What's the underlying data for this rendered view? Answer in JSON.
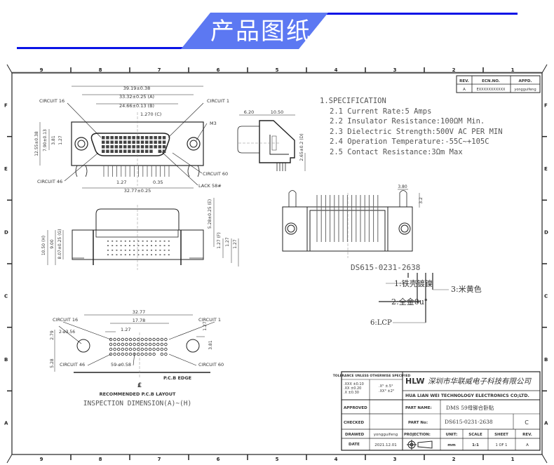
{
  "banner": {
    "title": "产品图纸"
  },
  "border": {
    "columns": [
      "9",
      "8",
      "7",
      "6",
      "5",
      "4",
      "3",
      "2",
      "1"
    ],
    "rows": [
      "F",
      "E",
      "D",
      "C",
      "B",
      "A"
    ]
  },
  "revision_table": {
    "headers": [
      "REV.",
      "ECN.NO.",
      "APPD."
    ],
    "row": [
      "A",
      "EXXXXXXXXXXX",
      "yongguifeng"
    ]
  },
  "specification": {
    "title": "1.SPECIFICATION",
    "items": [
      "2.1 Current Rate:5 Amps",
      "2.2 Insulator Resistance:100ΩM  Min.",
      "2.3 Dielectric Strength:500V AC PER MIN",
      "2.4 Operation Temperature:-55C~+105C",
      "2.5 Contact Resistance:3Ωm  Max"
    ]
  },
  "front_view": {
    "dims": {
      "overall": "39.19±0.38",
      "a": "33.32±0.25 (A)",
      "b": "24.66±0.13 (B)",
      "c": "1.270 (C)",
      "height": "12.55±0.38",
      "h2": "7.90±0.13",
      "h3": "3.81",
      "h4": "1.27",
      "pitch": "1.27",
      "pin": "0.35",
      "span": "32.77±0.25"
    },
    "labels": {
      "circuit16": "CIRCUIT 16",
      "circuit1": "CIRCUIT 1",
      "m3": "M3",
      "circuit46": "CIRCUIT 46",
      "circuit60": "CIRCUIT 60",
      "lack": "LACK 58#"
    }
  },
  "side_view": {
    "dims": {
      "w1": "6.20",
      "w2": "10.50",
      "d": "2.65±0.2 (D)"
    }
  },
  "top_view": {
    "dims": {
      "e": "5.28±0.25 (E)",
      "f": "1.27 (F)",
      "f2": "1.27",
      "f3": "1.27",
      "h": "10.50 (H)",
      "h2": "9.00",
      "g": "8.07±0.25 (G)"
    }
  },
  "rear_view": {
    "dims": {
      "w": "3.80",
      "h": "3.2"
    }
  },
  "part_code": {
    "code": "DS615-0231-2638",
    "notes": [
      "1:铁壳镀镍",
      "2:全金0u\"",
      "3:米黄色",
      "6:LCP"
    ]
  },
  "pcb_layout": {
    "dims": {
      "overall": "32.77",
      "span": "17.78",
      "pitch": "1.27",
      "holes": "2-ø3.56",
      "v1": "2.79",
      "v2": "5.28",
      "r1": "1.27",
      "r2": "3.81",
      "pins": "59-ø0.58"
    },
    "labels": {
      "circuit16": "CIRCUIT 16",
      "circuit1": "CIRCUIT 1",
      "circuit46": "CIRCUIT 46",
      "circuit60": "CIRCUIT 60",
      "pcb_edge": "P.C.B EDGE",
      "centerline": "£"
    },
    "caption": "RECOMMENDED P.C.B LAYOUT",
    "inspection": "INSPECTION DIMENSION(A)~(H)"
  },
  "title_block": {
    "tolerance_title": "TOLERANCE UNLESS OTHERWISE SPECIFIED",
    "tolerance_left": [
      ".XXX ±0.10",
      ".XX  ±0.20",
      ".X   ±0.30"
    ],
    "tolerance_right": [
      ".X°  ±.5°",
      ".XX° ±2°"
    ],
    "approved_label": "APPROVED",
    "checked_label": "CHECKED",
    "drawed_label": "DRAWED",
    "drawed_value": "yongguifeng",
    "date_label": "DATE",
    "date_value": "2021.12.01",
    "logo": "HLW",
    "company_cn": "深圳市华联威电子科技有限公司",
    "company_en": "HUA LIAN WEI TECHNOLOGY ELECTRONICS CO;LTD.",
    "part_name_label": "PART NAME:",
    "part_name_value": "DMS 59母铆合卧贴",
    "part_no_label": "PART No:",
    "part_no_value": "DS615-0231-2638",
    "part_no_size": "C",
    "projection_label": "PROJECTION:",
    "unit_label": "UNIT:",
    "unit_value": "mm",
    "scale_label": "SCALE",
    "scale_value": "1:1",
    "sheet_label": "SHEET",
    "sheet_value": "1 OF 1",
    "rev_label": "REV.",
    "rev_value": "A"
  }
}
